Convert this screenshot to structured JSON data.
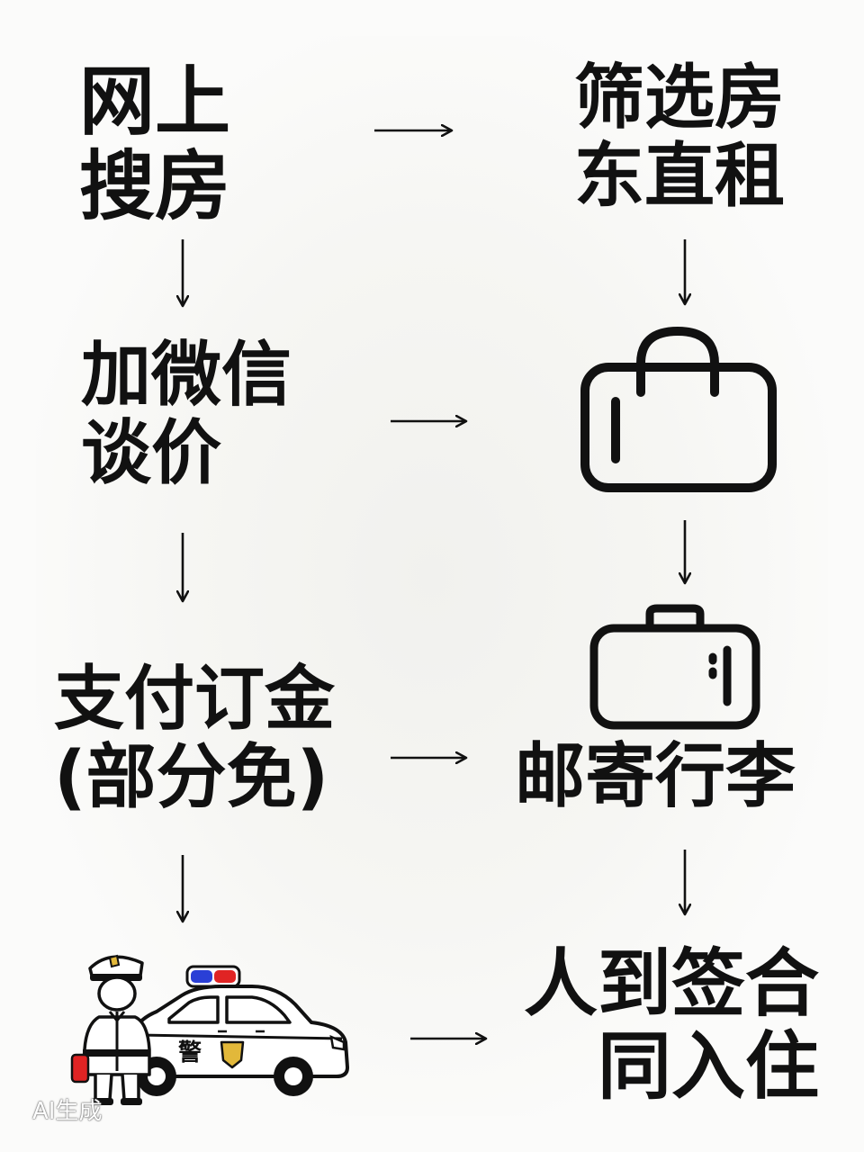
{
  "steps": {
    "search": {
      "lines": [
        "网上",
        "搜房"
      ]
    },
    "filter": {
      "lines": [
        "筛选房",
        "东直租"
      ]
    },
    "wechat": {
      "lines": [
        "加微信",
        "谈价"
      ]
    },
    "deposit": {
      "lines": [
        "支付订金",
        "(部分免)"
      ]
    },
    "mail": {
      "lines": [
        "邮寄行李"
      ]
    },
    "signin": {
      "lines": [
        "人到签合",
        "同入住"
      ]
    }
  },
  "icons": {
    "bag": "shopping-bag-icon",
    "suitcase": "suitcase-icon",
    "police": "police-officer-car-icon"
  },
  "police_car": {
    "door_text": "警"
  },
  "watermark": "AI生成",
  "colors": {
    "text": "#111111",
    "background": "#fbfbfa",
    "siren_red": "#e02424",
    "siren_blue": "#2a3fd6",
    "badge_gold": "#e2b83a"
  }
}
